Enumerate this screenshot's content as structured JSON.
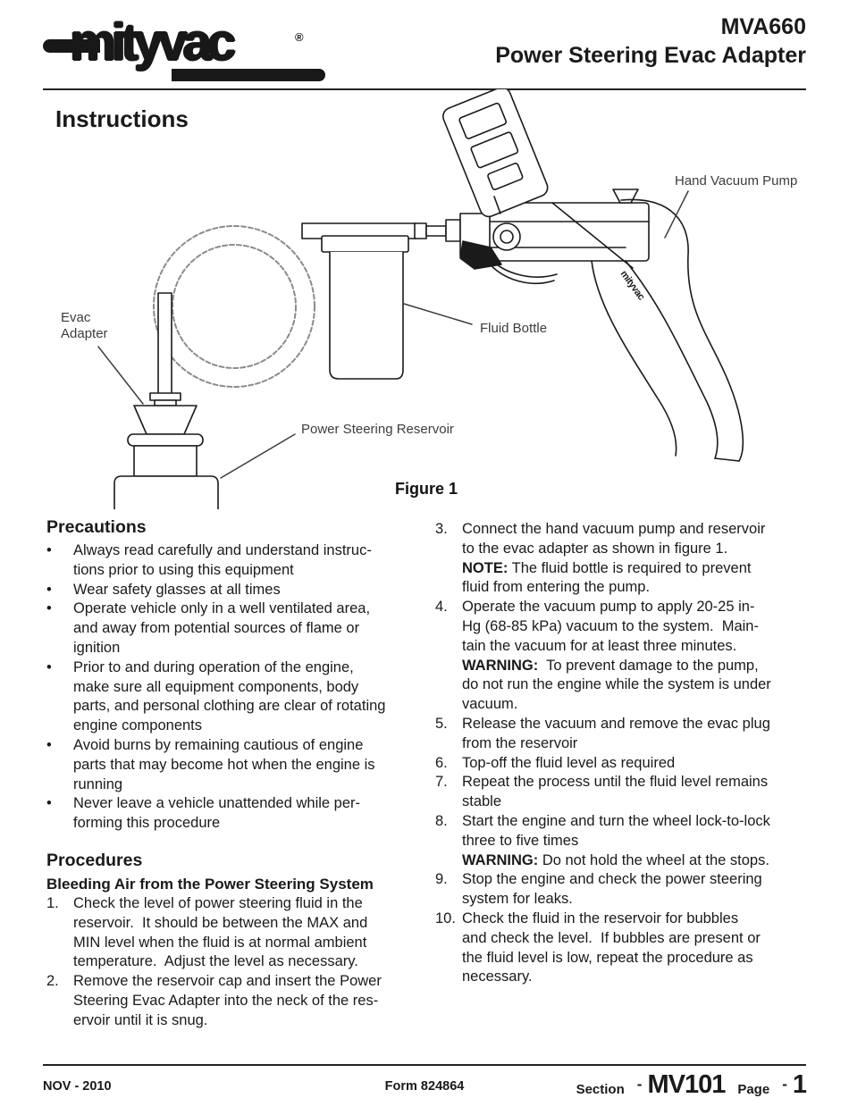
{
  "header": {
    "brand": "mityvac",
    "registered": "®",
    "model": "MVA660",
    "product": "Power Steering Evac Adapter"
  },
  "page_title": "Instructions",
  "figure": {
    "caption": "Figure 1",
    "handle_text": "mityvac",
    "labels": {
      "hand_vacuum_pump": "Hand Vacuum Pump",
      "evac_adapter_line1": "Evac",
      "evac_adapter_line2": "Adapter",
      "fluid_bottle": "Fluid Bottle",
      "power_steering_reservoir": "Power Steering Reservoir"
    }
  },
  "precautions": {
    "title": "Precautions",
    "items": [
      {
        "num": "•",
        "lines": [
          "Always read carefully and understand instruc-",
          "tions prior to using this equipment"
        ]
      },
      {
        "num": "•",
        "lines": [
          "Wear safety glasses at all times"
        ]
      },
      {
        "num": "•",
        "lines": [
          "Operate vehicle only in a well ventilated area,",
          "and away from potential sources of flame or",
          "ignition"
        ]
      },
      {
        "num": "•",
        "lines": [
          "Prior to and during operation of the engine,",
          "make sure all equipment components, body",
          "parts, and personal clothing are clear of rotating",
          "engine components"
        ]
      },
      {
        "num": "•",
        "lines": [
          "Avoid burns by remaining cautious of engine",
          "parts that may become hot when the engine is",
          "running"
        ]
      },
      {
        "num": "•",
        "lines": [
          "Never leave a vehicle unattended while per-",
          "forming this procedure"
        ]
      }
    ]
  },
  "procedures": {
    "title": "Procedures",
    "subtitle": "Bleeding Air from the Power Steering System",
    "left_items": [
      {
        "num": "1.",
        "lines": [
          "Check the level of power steering fluid in the",
          "reservoir.  It should be between the MAX and",
          "MIN level when the fluid is at normal ambient",
          "temperature.  Adjust the level as necessary."
        ]
      },
      {
        "num": "2.",
        "lines": [
          "Remove the reservoir cap and insert the Power",
          "Steering Evac Adapter into the neck of the res-",
          "ervoir until it is snug."
        ]
      }
    ],
    "right_items": [
      {
        "num": "3.",
        "lines": [
          "Connect the hand vacuum pump and reservoir",
          "to the evac adapter as shown in figure 1.",
          {
            "b": "NOTE:",
            "t": " The fluid bottle is required to prevent"
          },
          "fluid from entering the pump."
        ]
      },
      {
        "num": "4.",
        "lines": [
          "Operate the vacuum pump to apply 20-25 in-",
          "Hg (68-85 kPa) vacuum to the system.  Main-",
          "tain the vacuum for at least three minutes.",
          {
            "b": "WARNING:",
            "t": "  To prevent damage to the pump,"
          },
          "do not run the engine while the system is under",
          "vacuum."
        ]
      },
      {
        "num": "5.",
        "lines": [
          "Release the vacuum and remove the evac plug",
          "from the reservoir"
        ]
      },
      {
        "num": "6.",
        "lines": [
          "Top-off the fluid level as required"
        ]
      },
      {
        "num": "7.",
        "lines": [
          "Repeat the process until the fluid level remains",
          "stable"
        ]
      },
      {
        "num": "8.",
        "lines": [
          "Start the engine and turn the wheel lock-to-lock",
          "three to five times",
          {
            "b": "WARNING:",
            "t": " Do not hold the wheel at the stops."
          }
        ]
      },
      {
        "num": "9.",
        "lines": [
          "Stop the engine and check the power steering",
          "system for leaks."
        ]
      },
      {
        "num": "10.",
        "lines": [
          "Check the fluid in the reservoir for bubbles",
          "and check the level.  If bubbles are present or",
          "the fluid level is low, repeat the procedure as",
          "necessary."
        ]
      }
    ]
  },
  "footer": {
    "date": "NOV - 2010",
    "form": "Form 824864",
    "section_label": "Section",
    "section_sep": "-",
    "section_value": "MV101",
    "page_label": "Page",
    "page_sep": "-",
    "page_value": "1"
  }
}
